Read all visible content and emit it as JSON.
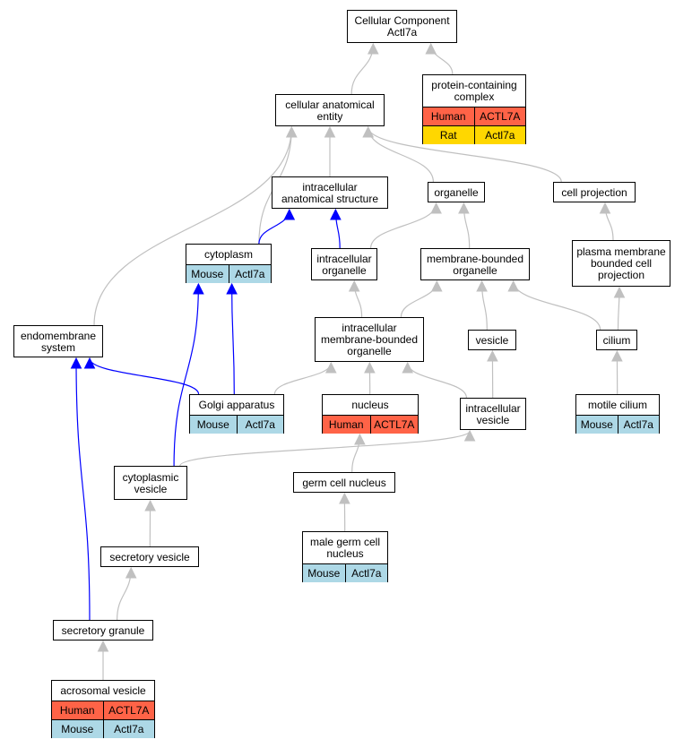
{
  "colors": {
    "edge_gray": "#c0c0c0",
    "edge_blue": "#0000ff",
    "human": "#ff6347",
    "mouse": "#add8e6",
    "rat": "#ffd700"
  },
  "nodes": {
    "root": {
      "label": "Cellular Component\nActl7a"
    },
    "pcc": {
      "label": "protein-containing\ncomplex",
      "rows": [
        {
          "org": "Human",
          "gene": "ACTL7A"
        },
        {
          "org": "Rat",
          "gene": "Actl7a"
        }
      ]
    },
    "cae": {
      "label": "cellular anatomical\nentity"
    },
    "ias": {
      "label": "intracellular\nanatomical structure"
    },
    "organelle": {
      "label": "organelle"
    },
    "cellproj": {
      "label": "cell projection"
    },
    "cytoplasm": {
      "label": "cytoplasm",
      "rows": [
        {
          "org": "Mouse",
          "gene": "Actl7a"
        }
      ]
    },
    "iorg": {
      "label": "intracellular\norganelle"
    },
    "mbo": {
      "label": "membrane-bounded\norganelle"
    },
    "pmbcp": {
      "label": "plasma membrane\nbounded cell\nprojection"
    },
    "endo": {
      "label": "endomembrane\nsystem"
    },
    "imbo": {
      "label": "intracellular\nmembrane-bounded\norganelle"
    },
    "vesicle": {
      "label": "vesicle"
    },
    "cilium": {
      "label": "cilium"
    },
    "golgi": {
      "label": "Golgi apparatus",
      "rows": [
        {
          "org": "Mouse",
          "gene": "Actl7a"
        }
      ]
    },
    "nucleus": {
      "label": "nucleus",
      "rows": [
        {
          "org": "Human",
          "gene": "ACTL7A"
        }
      ]
    },
    "ivesicle": {
      "label": "intracellular\nvesicle"
    },
    "motile": {
      "label": "motile cilium",
      "rows": [
        {
          "org": "Mouse",
          "gene": "Actl7a"
        }
      ]
    },
    "cytovesicle": {
      "label": "cytoplasmic\nvesicle"
    },
    "germ": {
      "label": "germ cell nucleus"
    },
    "secves": {
      "label": "secretory vesicle"
    },
    "malegerm": {
      "label": "male germ cell\nnucleus",
      "rows": [
        {
          "org": "Mouse",
          "gene": "Actl7a"
        }
      ]
    },
    "secgran": {
      "label": "secretory granule"
    },
    "acro": {
      "label": "acrosomal vesicle",
      "rows": [
        {
          "org": "Human",
          "gene": "ACTL7A"
        },
        {
          "org": "Mouse",
          "gene": "Actl7a"
        }
      ]
    }
  },
  "edges": [
    {
      "from": "pcc",
      "to": "root",
      "type": "is_a"
    },
    {
      "from": "cae",
      "to": "root",
      "type": "is_a"
    },
    {
      "from": "ias",
      "to": "cae",
      "type": "is_a"
    },
    {
      "from": "organelle",
      "to": "cae",
      "type": "is_a"
    },
    {
      "from": "cellproj",
      "to": "cae",
      "type": "is_a"
    },
    {
      "from": "cytoplasm",
      "to": "cae",
      "type": "is_a"
    },
    {
      "from": "endo",
      "to": "cae",
      "type": "is_a"
    },
    {
      "from": "cytoplasm",
      "to": "ias",
      "type": "part_of"
    },
    {
      "from": "iorg",
      "to": "ias",
      "type": "part_of"
    },
    {
      "from": "iorg",
      "to": "organelle",
      "type": "is_a"
    },
    {
      "from": "mbo",
      "to": "organelle",
      "type": "is_a"
    },
    {
      "from": "pmbcp",
      "to": "cellproj",
      "type": "is_a"
    },
    {
      "from": "imbo",
      "to": "iorg",
      "type": "is_a"
    },
    {
      "from": "imbo",
      "to": "mbo",
      "type": "is_a"
    },
    {
      "from": "vesicle",
      "to": "mbo",
      "type": "is_a"
    },
    {
      "from": "cilium",
      "to": "mbo",
      "type": "is_a"
    },
    {
      "from": "cilium",
      "to": "pmbcp",
      "type": "is_a"
    },
    {
      "from": "golgi",
      "to": "cytoplasm",
      "type": "part_of"
    },
    {
      "from": "golgi",
      "to": "endo",
      "type": "part_of"
    },
    {
      "from": "golgi",
      "to": "imbo",
      "type": "is_a"
    },
    {
      "from": "nucleus",
      "to": "imbo",
      "type": "is_a"
    },
    {
      "from": "ivesicle",
      "to": "imbo",
      "type": "is_a"
    },
    {
      "from": "ivesicle",
      "to": "vesicle",
      "type": "is_a"
    },
    {
      "from": "motile",
      "to": "cilium",
      "type": "is_a"
    },
    {
      "from": "cytovesicle",
      "to": "cytoplasm",
      "type": "part_of"
    },
    {
      "from": "cytovesicle",
      "to": "ivesicle",
      "type": "is_a"
    },
    {
      "from": "germ",
      "to": "nucleus",
      "type": "is_a"
    },
    {
      "from": "secves",
      "to": "cytovesicle",
      "type": "is_a"
    },
    {
      "from": "malegerm",
      "to": "germ",
      "type": "is_a"
    },
    {
      "from": "secgran",
      "to": "secves",
      "type": "is_a"
    },
    {
      "from": "secgran",
      "to": "endo",
      "type": "part_of"
    },
    {
      "from": "acro",
      "to": "secgran",
      "type": "is_a"
    }
  ]
}
